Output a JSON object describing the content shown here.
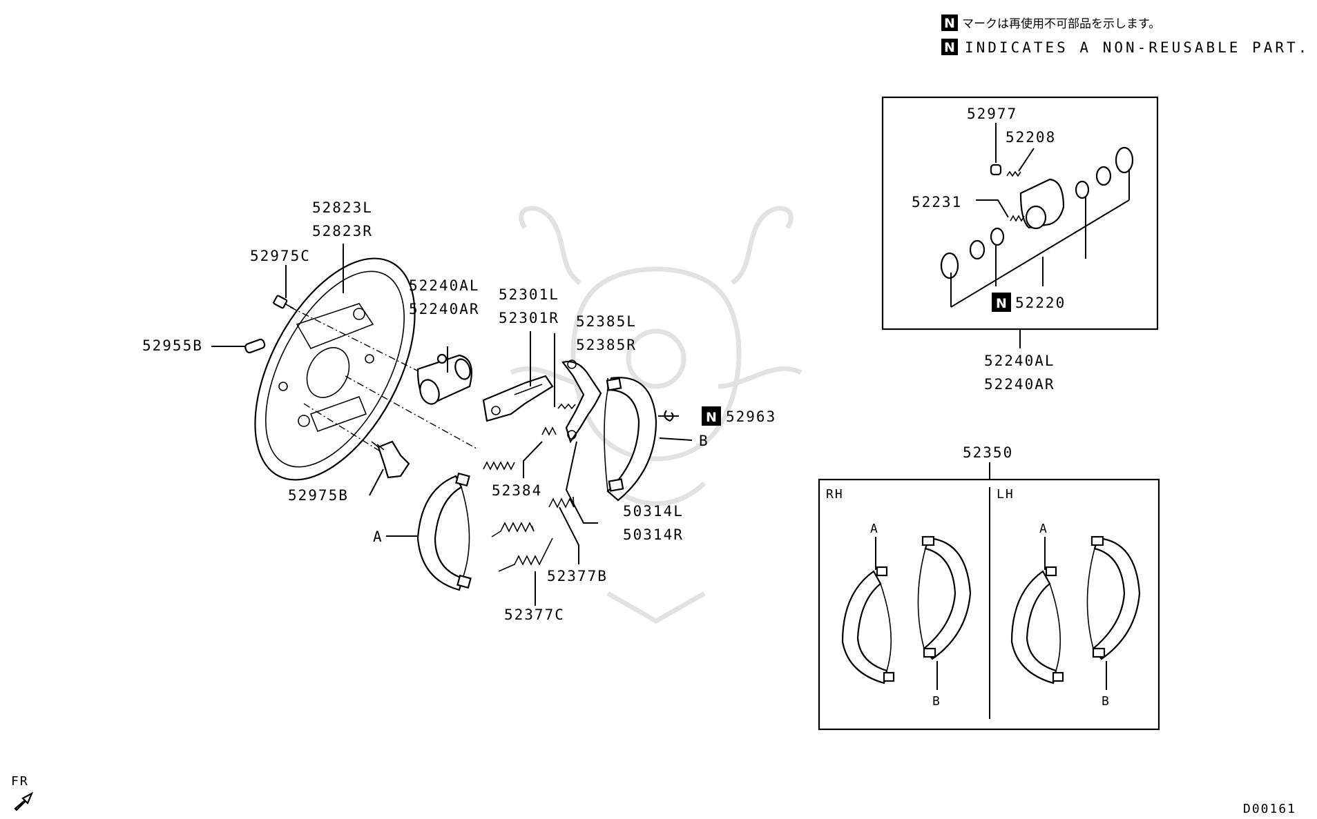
{
  "legend": {
    "badge": "N",
    "jp": "マークは再使用不可部品を示します。",
    "en": "INDICATES A NON-REUSABLE PART."
  },
  "labels": {
    "p52823L": "52823L",
    "p52823R": "52823R",
    "p52975C": "52975C",
    "p52955B": "52955B",
    "p52975B": "52975B",
    "p52240AL": "52240AL",
    "p52240AR": "52240AR",
    "p52301L": "52301L",
    "p52301R": "52301R",
    "p52385L": "52385L",
    "p52385R": "52385R",
    "p52963": "52963",
    "shoeB": "B",
    "shoeA": "A",
    "p52384": "52384",
    "p50314L": "50314L",
    "p50314R": "50314R",
    "p52377B": "52377B",
    "p52377C": "52377C"
  },
  "cylinder_box": {
    "p52977": "52977",
    "p52208": "52208",
    "p52231": "52231",
    "p52220": "52220",
    "under1": "52240AL",
    "under2": "52240AR"
  },
  "shoe_box": {
    "title": "52350",
    "rh": "RH",
    "lh": "LH",
    "a": "A",
    "b": "B"
  },
  "footer": {
    "direction": "FR",
    "code": "D00161"
  }
}
